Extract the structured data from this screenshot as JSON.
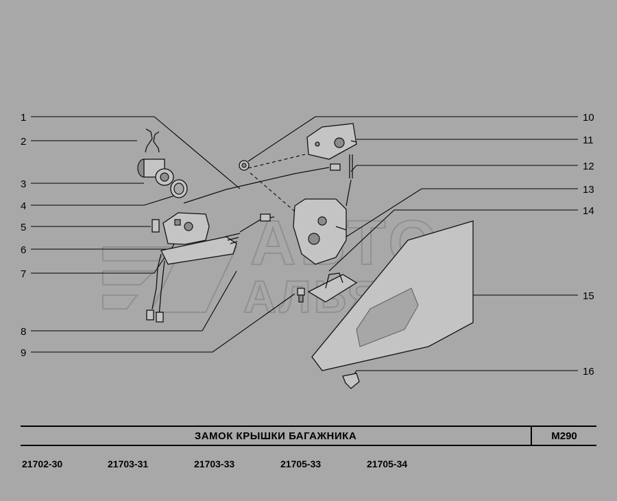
{
  "callouts": [
    "1",
    "2",
    "3",
    "4",
    "5",
    "6",
    "7",
    "8",
    "9",
    "10",
    "11",
    "12",
    "13",
    "14",
    "15",
    "16"
  ],
  "watermark": {
    "line1": "АВТО",
    "line2": "АЛЬЯНС"
  },
  "title": "ЗАМОК КРЫШКИ БАГАЖНИКА",
  "page_code": "M290",
  "models": [
    "21702-30",
    "21703-31",
    "21703-33",
    "21705-33",
    "21705-34"
  ]
}
